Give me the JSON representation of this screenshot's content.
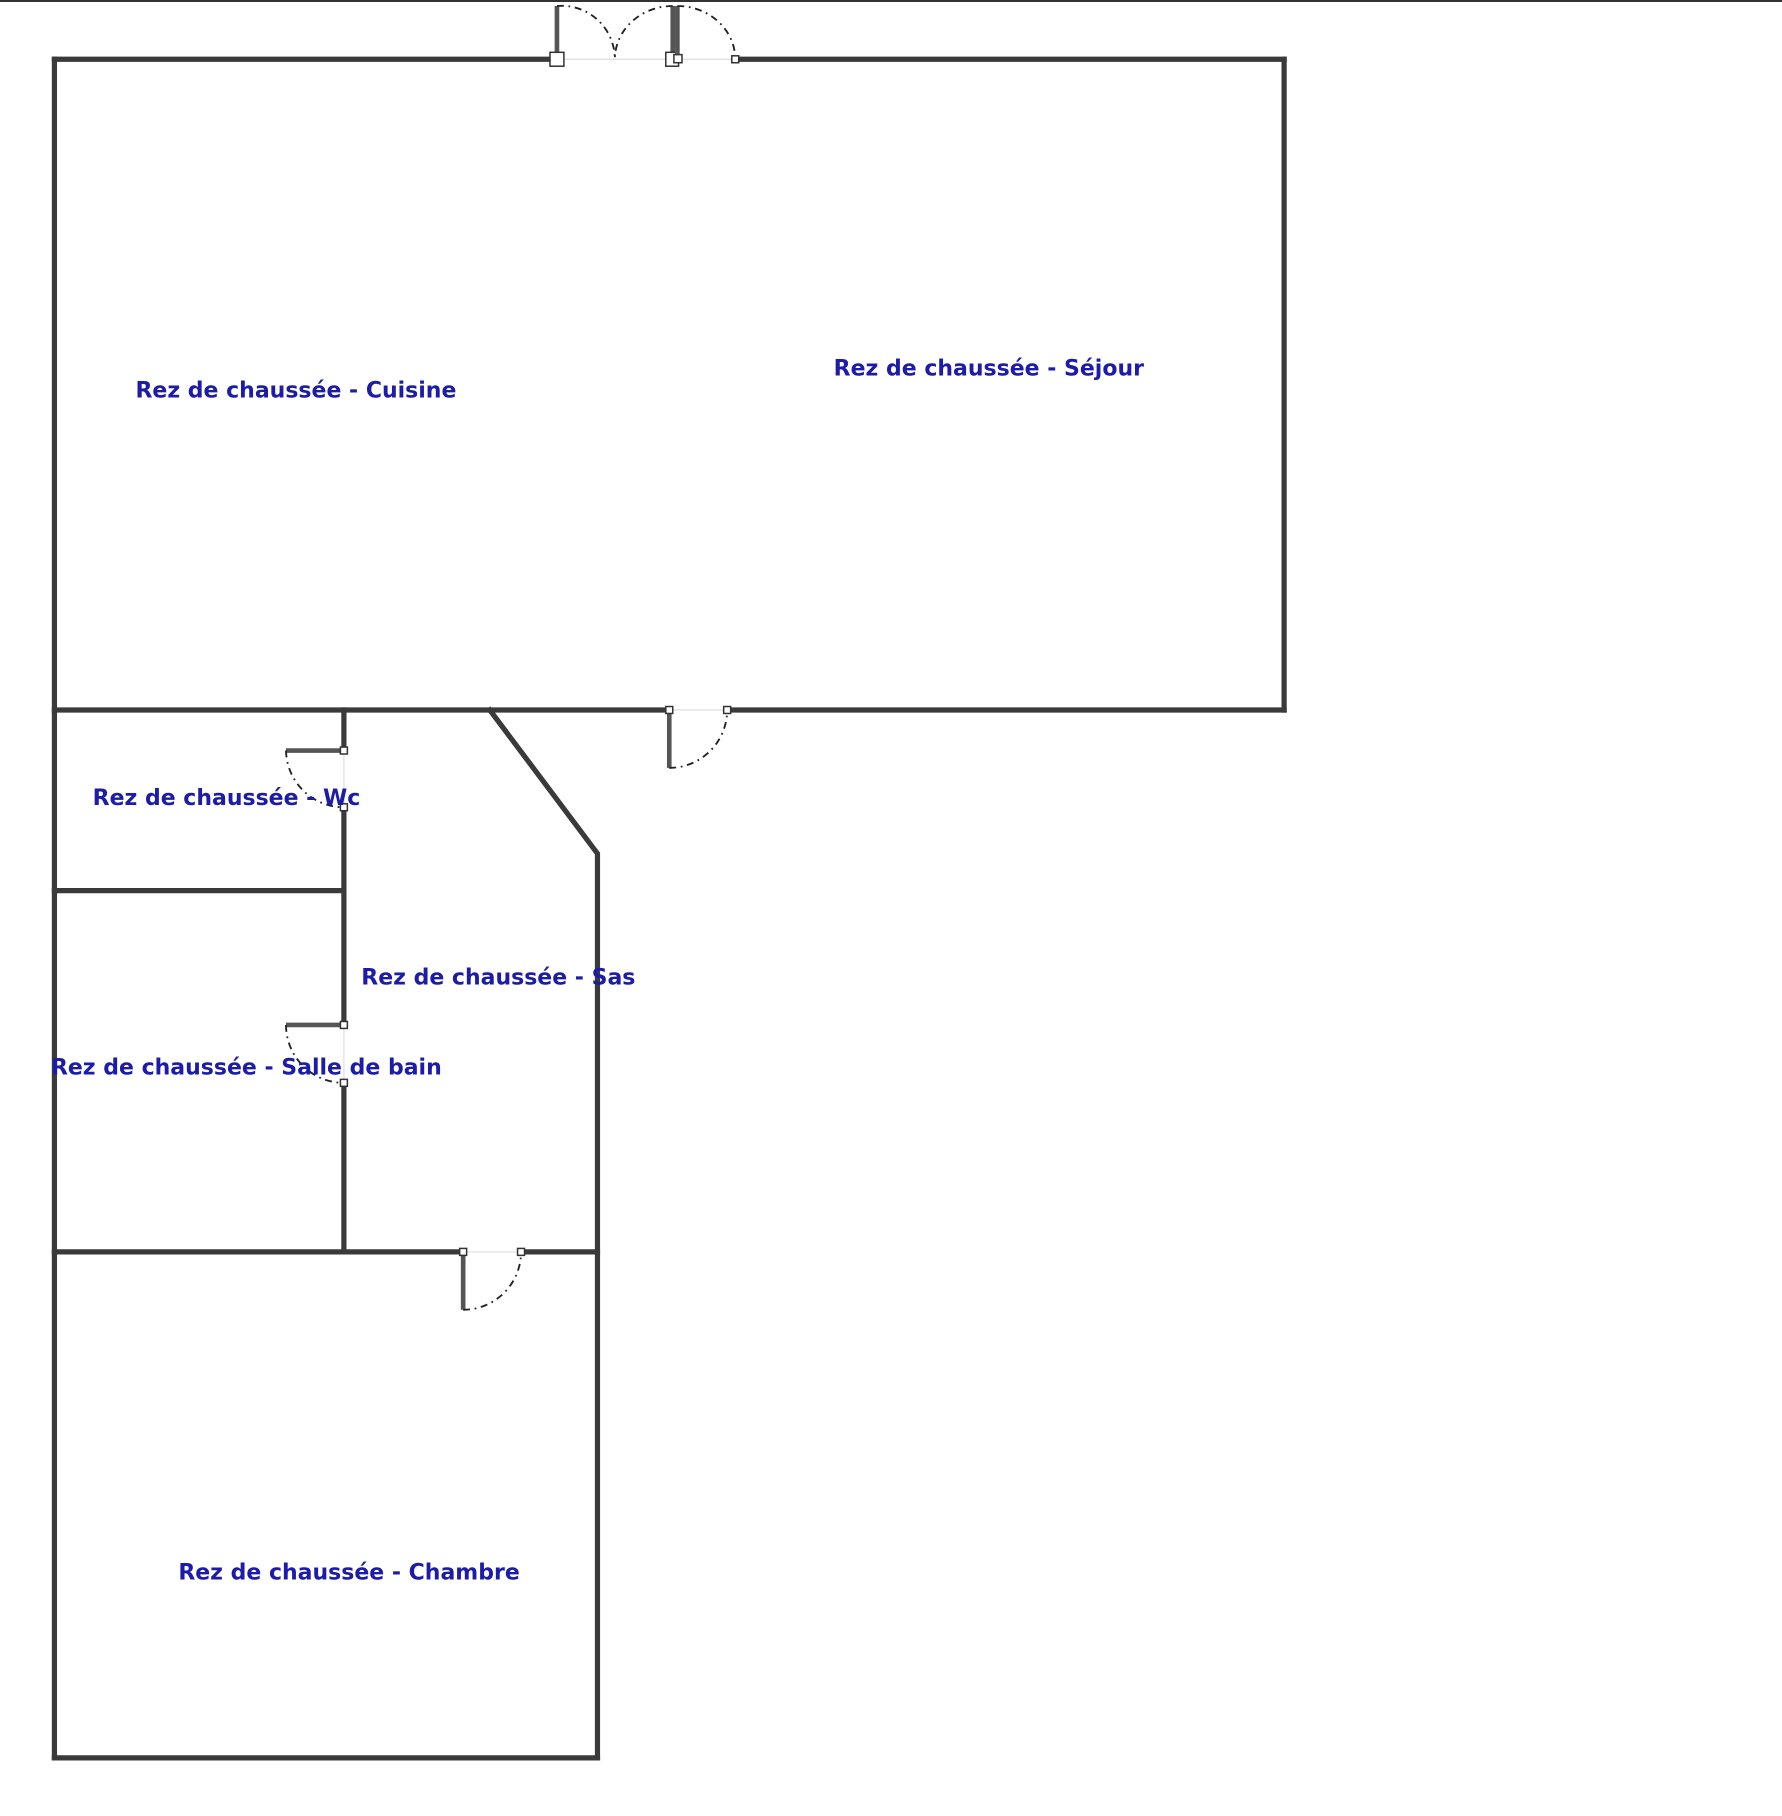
{
  "plan": {
    "rooms": [
      {
        "id": "cuisine",
        "label": "Rez de chaussée - Cuisine"
      },
      {
        "id": "sejour",
        "label": "Rez de chaussée - Séjour"
      },
      {
        "id": "wc",
        "label": "Rez de chaussée - Wc"
      },
      {
        "id": "sas",
        "label": "Rez de chaussée - Sas"
      },
      {
        "id": "salle-de-bain",
        "label": "Rez de chaussée - Salle de bain"
      },
      {
        "id": "chambre",
        "label": "Rez de chaussée - Chambre"
      }
    ],
    "colors": {
      "label": "#1c1ca8",
      "wall": "#3a3a3a"
    }
  }
}
